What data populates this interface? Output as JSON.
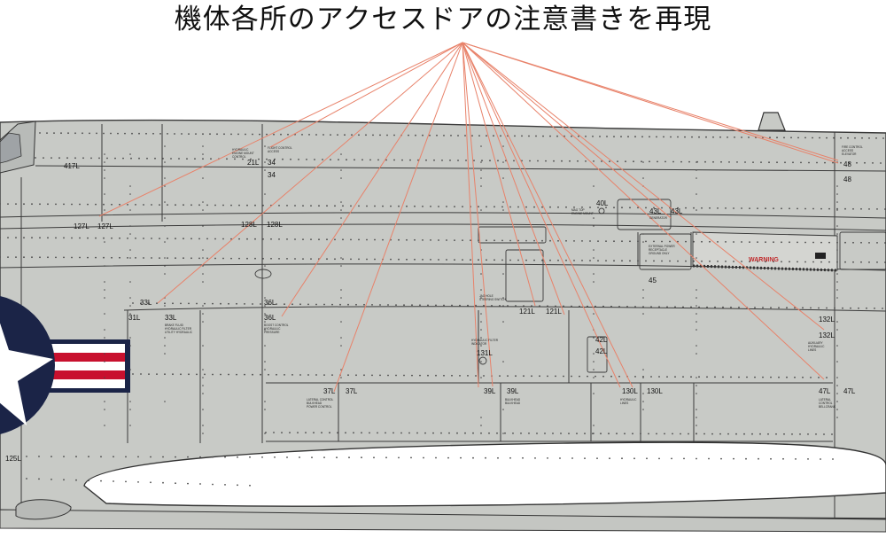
{
  "title": "機体各所のアクセスドアの注意書きを再現",
  "colors": {
    "fuselage": "#c8cac6",
    "panel_line": "#3a3a3a",
    "rivet": "#4a4a4a",
    "leader": "#e8826a",
    "warning_red": "#c0292b",
    "insignia_blue": "#1b2447",
    "insignia_red": "#c8102e"
  },
  "labels": [
    {
      "id": "417L",
      "text": "417L"
    },
    {
      "id": "127L_a",
      "text": "127L"
    },
    {
      "id": "127L_b",
      "text": "127L"
    },
    {
      "id": "21L",
      "text": "21L"
    },
    {
      "id": "34_a",
      "text": "34"
    },
    {
      "id": "34_b",
      "text": "34"
    },
    {
      "id": "128L_a",
      "text": "128L"
    },
    {
      "id": "128L_b",
      "text": "128L"
    },
    {
      "id": "40L",
      "text": "40L"
    },
    {
      "id": "43L_a",
      "text": "43L"
    },
    {
      "id": "43L_b",
      "text": "43L"
    },
    {
      "id": "48_a",
      "text": "48"
    },
    {
      "id": "48_b",
      "text": "48"
    },
    {
      "id": "45",
      "text": "45"
    },
    {
      "id": "31L",
      "text": "31L"
    },
    {
      "id": "33L_a",
      "text": "33L"
    },
    {
      "id": "33L_b",
      "text": "33L"
    },
    {
      "id": "36L_a",
      "text": "36L"
    },
    {
      "id": "36L_b",
      "text": "36L"
    },
    {
      "id": "121L_a",
      "text": "121L"
    },
    {
      "id": "121L_b",
      "text": "121L"
    },
    {
      "id": "131L",
      "text": "131L"
    },
    {
      "id": "42L_a",
      "text": "42L"
    },
    {
      "id": "42L_b",
      "text": "42L"
    },
    {
      "id": "132L_a",
      "text": "132L"
    },
    {
      "id": "132L_b",
      "text": "132L"
    },
    {
      "id": "37L_a",
      "text": "37L"
    },
    {
      "id": "37L_b",
      "text": "37L"
    },
    {
      "id": "39L_a",
      "text": "39L"
    },
    {
      "id": "39L_b",
      "text": "39L"
    },
    {
      "id": "130L_a",
      "text": "130L"
    },
    {
      "id": "130L_b",
      "text": "130L"
    },
    {
      "id": "47L_a",
      "text": "47L"
    },
    {
      "id": "47L_b",
      "text": "47L"
    },
    {
      "id": "125L",
      "text": "125L"
    },
    {
      "id": "warning",
      "text": "WARNING"
    }
  ],
  "stencils": [
    {
      "id": "s21L",
      "lines": [
        "HYDRAULIC",
        "ENGINE MOUNT",
        "CONTROL"
      ]
    },
    {
      "id": "s34",
      "lines": [
        "FLIGHT CONTROL",
        "ACCESS"
      ]
    },
    {
      "id": "s48",
      "lines": [
        "FIRE CONTROL",
        "ACCESS",
        "ELEVATOR"
      ]
    },
    {
      "id": "s40L",
      "lines": [
        "MAG TOP",
        "ENGINE MOUNT"
      ]
    },
    {
      "id": "s43L",
      "lines": [
        "GENERATOR"
      ]
    },
    {
      "id": "s45",
      "lines": [
        "EXTERNAL POWER",
        "RECEPTACLE",
        "GROUND ONLY"
      ]
    },
    {
      "id": "s33L",
      "lines": [
        "BRAKE FLUID",
        "HYDRAULIC FILTER",
        "UTILITY HYDRAULIC"
      ]
    },
    {
      "id": "s36L",
      "lines": [
        "BOOST CONTROL",
        "HYDRAULIC",
        "PRESSURE"
      ]
    },
    {
      "id": "s121L",
      "lines": [
        "JAG HOLE",
        "STEERING SWITCH"
      ]
    },
    {
      "id": "s131L",
      "lines": [
        "HYDRAULIC FILTER",
        "INDICATOR"
      ]
    },
    {
      "id": "s37L",
      "lines": [
        "LATERAL CONTROL",
        "BULKHEAD",
        "POWER CONTROL"
      ]
    },
    {
      "id": "s39L",
      "lines": [
        "BULKHEAD",
        "BULKHEAD"
      ]
    },
    {
      "id": "s130L",
      "lines": [
        "HYDRAULIC",
        "LINES"
      ]
    },
    {
      "id": "s47L",
      "lines": [
        "LATERAL",
        "CONTROL",
        "BELLCRANK"
      ]
    },
    {
      "id": "s132L",
      "lines": [
        "AUXILIARY",
        "HYDRAULIC",
        "LINES"
      ]
    }
  ]
}
